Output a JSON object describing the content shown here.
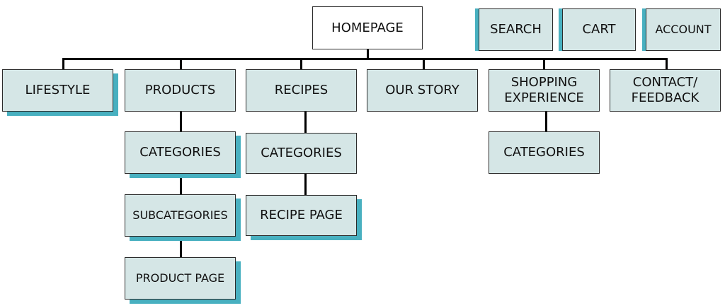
{
  "homepage": "HOMEPAGE",
  "utility": {
    "search": "SEARCH",
    "cart": "CART",
    "account": "ACCOUNT"
  },
  "sections": {
    "lifestyle": "LIFESTYLE",
    "products": "PRODUCTS",
    "recipes": "RECIPES",
    "our_story": "OUR STORY",
    "shopping_experience": "SHOPPING\nEXPERIENCE",
    "contact_feedback": "CONTACT/\nFEEDBACK"
  },
  "products_children": {
    "categories": "CATEGORIES",
    "subcategories": "SUBCATEGORIES",
    "product_page": "PRODUCT PAGE"
  },
  "recipes_children": {
    "categories": "CATEGORIES",
    "recipe_page": "RECIPE PAGE"
  },
  "shopping_children": {
    "categories": "CATEGORIES"
  },
  "colors": {
    "box_fill": "#d5e6e6",
    "shadow": "#48b0c0",
    "connector": "#000000"
  }
}
